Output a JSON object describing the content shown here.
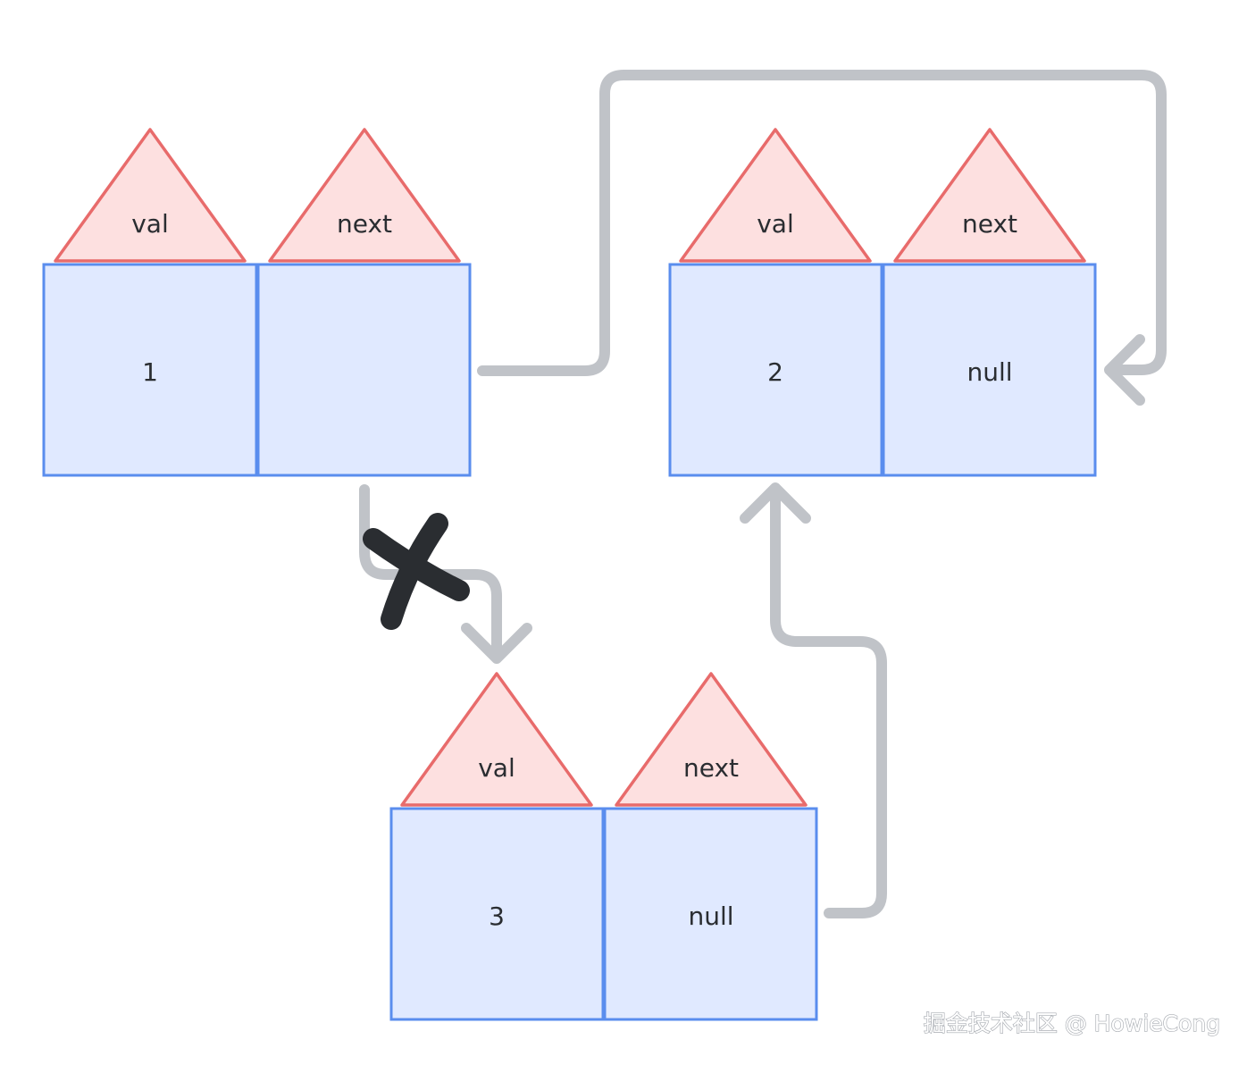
{
  "colors": {
    "cell_fill": "#e0e9ff",
    "cell_stroke": "#5a8dee",
    "triangle_fill": "#fde0e0",
    "triangle_stroke": "#e86b6b",
    "connector": "#c0c3c8",
    "cross_mark": "#2a2d31",
    "text": "#2a2d31"
  },
  "nodes": [
    {
      "field_labels": {
        "val": "val",
        "next": "next"
      },
      "val": "1",
      "next": ""
    },
    {
      "field_labels": {
        "val": "val",
        "next": "next"
      },
      "val": "2",
      "next": "null"
    },
    {
      "field_labels": {
        "val": "val",
        "next": "next"
      },
      "val": "3",
      "next": "null"
    }
  ],
  "links": [
    {
      "from": "node-1-next",
      "to": "node-2-next",
      "state": "new-link"
    },
    {
      "from": "node-1-next",
      "to": "node-3-val",
      "state": "removed",
      "mark": "cross-mark-icon"
    },
    {
      "from": "node-3-next",
      "to": "node-2-val",
      "state": "new-link"
    }
  ],
  "watermark": "掘金技术社区 @ HowieCong"
}
